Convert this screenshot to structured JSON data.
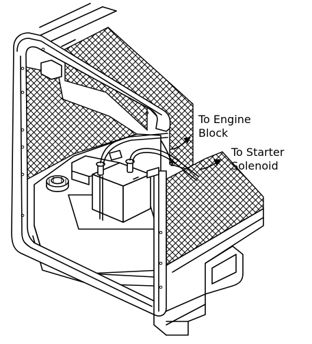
{
  "labels": {
    "engine_block": [
      "To Engine",
      "Block"
    ],
    "starter_solenoid": [
      "To Starter",
      "Solenoid"
    ]
  },
  "colors": {
    "ink": "#000000",
    "paper": "#ffffff"
  }
}
